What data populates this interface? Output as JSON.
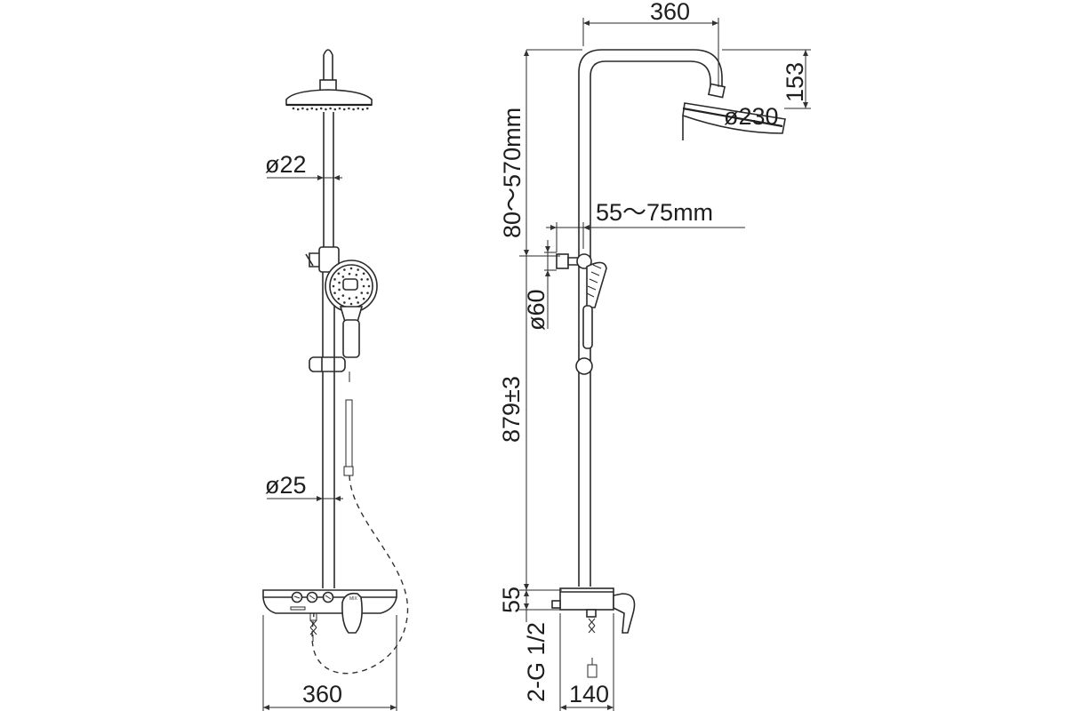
{
  "front_view": {
    "pipe_diameter_upper": "ø22",
    "pipe_diameter_lower": "ø25",
    "overall_width": "360"
  },
  "side_view": {
    "arm_reach": "360",
    "head_drop": "153",
    "head_diameter": "ø230",
    "head_height_adjust": "80～570mm",
    "wall_distance": "55～75mm",
    "bracket_diameter": "ø60",
    "riser_length": "879±3",
    "mixer_height": "55",
    "inlet_thread": "2-G 1/2",
    "mixer_depth": "140"
  }
}
